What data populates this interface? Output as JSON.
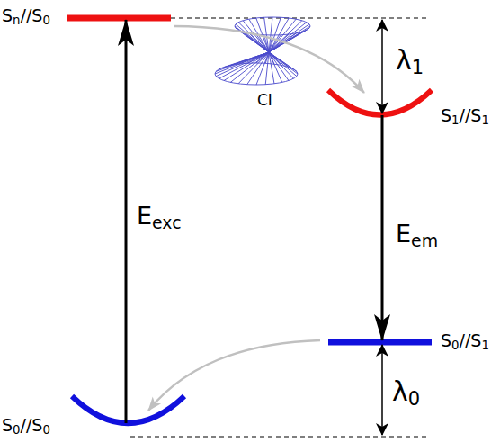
{
  "diagram": {
    "labels": [
      "Sn//S0",
      "CI",
      "λ1",
      "S1//S1",
      "Eexc",
      "Eem",
      "S0//S1",
      "λ0",
      "S0//S0"
    ]
  }
}
